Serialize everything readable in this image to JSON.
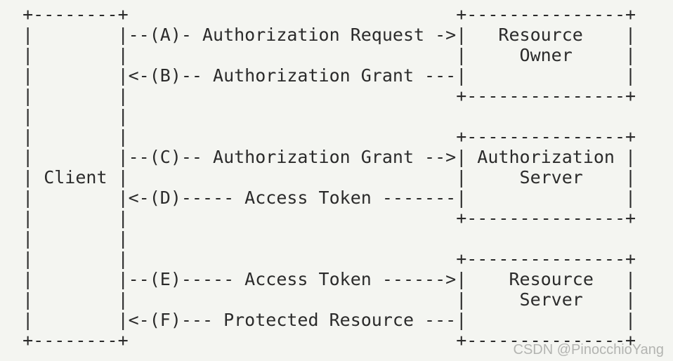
{
  "page": {
    "background_color": "#f4f5f1",
    "text_color": "#2b2b2b"
  },
  "diagram": {
    "ascii_lines": [
      "  +--------+                               +---------------+",
      "  |        |--(A)- Authorization Request ->|   Resource    |",
      "  |        |                               |     Owner     |",
      "  |        |<-(B)-- Authorization Grant ---|               |",
      "  |        |                               +---------------+",
      "  |        |",
      "  |        |                               +---------------+",
      "  |        |--(C)-- Authorization Grant -->| Authorization |",
      "  | Client |                               |     Server    |",
      "  |        |<-(D)----- Access Token -------|               |",
      "  |        |                               +---------------+",
      "  |        |",
      "  |        |                               +---------------+",
      "  |        |--(E)----- Access Token ------>|    Resource   |",
      "  |        |                               |     Server    |",
      "  |        |<-(F)--- Protected Resource ---|               |",
      "  +--------+                               +---------------+"
    ],
    "nodes": [
      {
        "id": "client",
        "label": "Client"
      },
      {
        "id": "resource-owner",
        "label": "Resource Owner"
      },
      {
        "id": "authorization-server",
        "label": "Authorization Server"
      },
      {
        "id": "resource-server",
        "label": "Resource Server"
      }
    ],
    "flows": [
      {
        "step": "A",
        "from": "Client",
        "to": "Resource Owner",
        "label": "Authorization Request"
      },
      {
        "step": "B",
        "from": "Resource Owner",
        "to": "Client",
        "label": "Authorization Grant"
      },
      {
        "step": "C",
        "from": "Client",
        "to": "Authorization Server",
        "label": "Authorization Grant"
      },
      {
        "step": "D",
        "from": "Authorization Server",
        "to": "Client",
        "label": "Access Token"
      },
      {
        "step": "E",
        "from": "Client",
        "to": "Resource Server",
        "label": "Access Token"
      },
      {
        "step": "F",
        "from": "Resource Server",
        "to": "Client",
        "label": "Protected Resource"
      }
    ]
  },
  "watermark": {
    "text": "CSDN @PinocchioYang",
    "color": "#b3b4b1"
  }
}
